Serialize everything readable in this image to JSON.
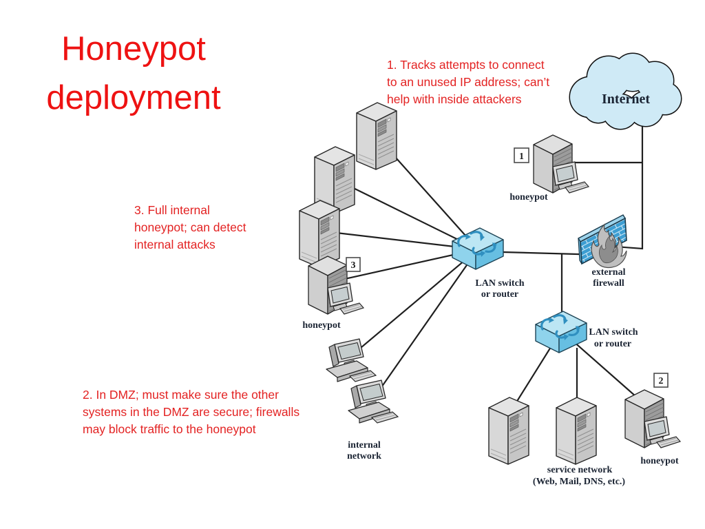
{
  "title": {
    "text": "Honeypot deployment",
    "lines": [
      "Honeypot",
      "deployment"
    ]
  },
  "annotations": [
    {
      "lines": [
        "1. Tracks attempts to connect",
        "to an unused IP address; can’t",
        "help with inside attackers"
      ]
    },
    {
      "lines": [
        "2. In DMZ; must make sure the other",
        "systems in the DMZ are secure; firewalls",
        "may block traffic to the honeypot"
      ]
    },
    {
      "lines": [
        "3. Full internal",
        "honeypot; can detect",
        "internal attacks"
      ]
    }
  ],
  "diagram": {
    "internet_label": "Internet",
    "markers": {
      "m1": "1",
      "m2": "2",
      "m3": "3"
    },
    "honeypot_labels": {
      "h1": "honeypot",
      "h2": "honeypot",
      "h3": "honeypot"
    },
    "lan_switch_top": {
      "line1": "LAN switch",
      "line2": "or router"
    },
    "lan_switch_bottom": {
      "line1": "LAN switch",
      "line2": "or router"
    },
    "external_firewall": {
      "line1": "external",
      "line2": "firewall"
    },
    "internal_network": {
      "line1": "internal",
      "line2": "network"
    },
    "service_network": {
      "line1": "service network",
      "line2": "(Web, Mail, DNS, etc.)"
    },
    "colors": {
      "title_red": "#ee1212",
      "annotation_red": "#e32222",
      "label_navy": "#1b2433",
      "cloud_fill": "#cfeaf6",
      "switch_top": "#bce6f4",
      "switch_front": "#8fd3ec",
      "switch_side": "#67bfe2",
      "firewall_brick": "#3d9ed2",
      "device_gray": "#d6d6d6",
      "line_color": "#1f1f1f"
    }
  }
}
